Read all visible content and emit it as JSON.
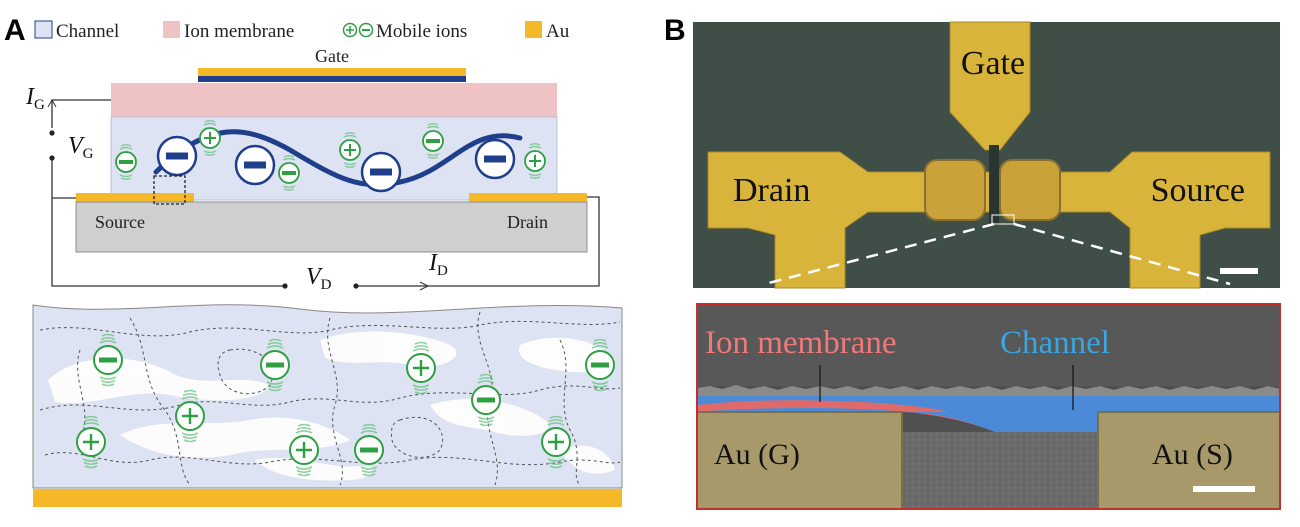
{
  "panel_a": {
    "letter": "A",
    "legend": {
      "channel": "Channel",
      "membrane": "Ion membrane",
      "ions": "Mobile ions",
      "au": "Au"
    },
    "labels": {
      "gate": "Gate",
      "source": "Source",
      "drain": "Drain",
      "ig_main": "I",
      "ig_sub": "G",
      "vg_main": "V",
      "vg_sub": "G",
      "vd_main": "V",
      "vd_sub": "D",
      "id_main": "I",
      "id_sub": "D"
    }
  },
  "panel_b": {
    "letter": "B",
    "optical_labels": {
      "gate": "Gate",
      "drain": "Drain",
      "source": "Source"
    },
    "sem_labels": {
      "membrane": "Ion membrane",
      "channel": "Channel",
      "au_g": "Au (G)",
      "au_s": "Au (S)"
    }
  },
  "colors": {
    "channel": "#dde3f2",
    "membrane": "#efc2c4",
    "au": "#f5b828",
    "gate_blue": "#1f3f8c",
    "ion_green": "#2ea043",
    "substrate": "#cfcfcf",
    "optical_bg": "#3f4f47",
    "optical_gold": "#d9b43a",
    "sem_membrane_label": "#f07878",
    "sem_channel_label": "#3aa5e0",
    "sem_border": "#c03030"
  },
  "icons": {
    "plus_ion": "plus-ion-icon",
    "minus_ion": "minus-ion-icon",
    "scale_bar": "scale-bar-icon"
  }
}
